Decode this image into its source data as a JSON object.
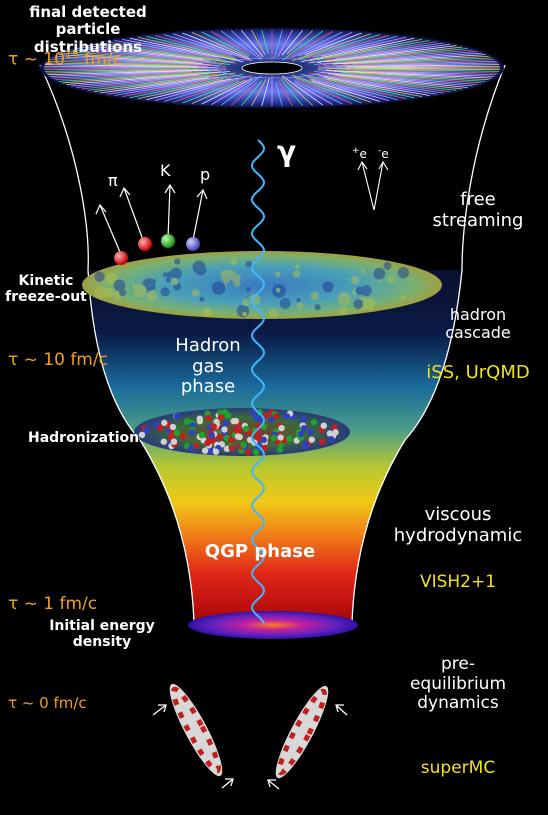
{
  "labels": {
    "final_detected": "final detected\nparticle  distributions",
    "kinetic_freezeout": "Kinetic\nfreeze-out",
    "hadronization": "Hadronization",
    "initial_energy": "Initial energy\ndensity",
    "hadron_gas": "Hadron\ngas\nphase",
    "qgp": "QGP phase",
    "free_streaming": "free\nstreaming",
    "hadron_cascade": "hadron\ncascade",
    "viscous_hydro": "viscous\nhydrodynamic",
    "pre_equilibrium": "pre-\nequilibrium\ndynamics"
  },
  "models": {
    "iss_urqmd": "iSS, UrQMD",
    "vish": "VISH2+1",
    "supermc": "superMC"
  },
  "times": {
    "t15_prefix": "τ ~ 10",
    "t15_exp": "15",
    "t15_unit": " fm/c",
    "t10": "τ ~ 10 fm/c",
    "t1": "τ ~ 1 fm/c",
    "t0": "τ ~ 0 fm/c"
  },
  "particles": {
    "pion": "π",
    "kaon": "K",
    "proton": "p",
    "photon": "γ",
    "electron_plus": "+",
    "electron_minus": "-",
    "e_letter": "e"
  },
  "colors": {
    "tau": "#f0a020",
    "model": "#f2e21a",
    "photon_wave": "#3fb7ff",
    "yellow_wave": "#f5e43a",
    "red_wave": "#e02020",
    "green_wave": "#39d21f"
  }
}
